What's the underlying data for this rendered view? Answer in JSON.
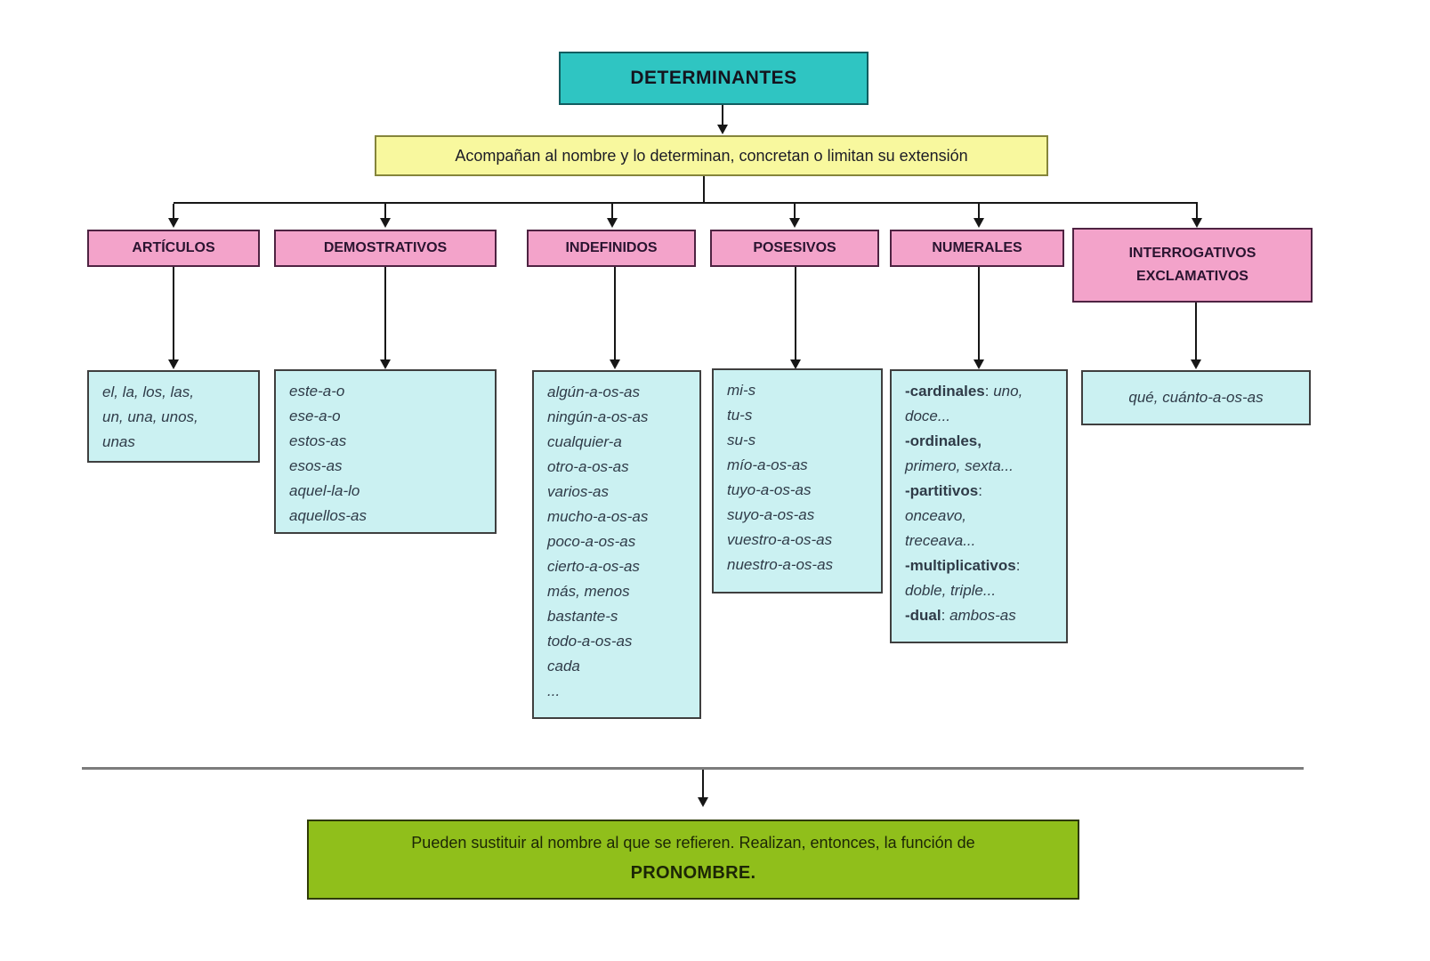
{
  "colors": {
    "root_fill": "#2FC5C2",
    "definition_fill": "#F8F89E",
    "category_fill": "#F3A3CA",
    "examples_fill": "#CBF1F2",
    "footer_fill": "#90BF1B"
  },
  "root": {
    "label": "DETERMINANTES"
  },
  "definition": {
    "text": "Acompañan al nombre y lo determinan, concretan o limitan su extensión"
  },
  "categories": [
    {
      "label": "ARTÍCULOS",
      "examples": [
        "el, la, los, las,",
        "un, una, unos,",
        "unas"
      ]
    },
    {
      "label": "DEMOSTRATIVOS",
      "examples": [
        "este-a-o",
        "ese-a-o",
        "estos-as",
        "esos-as",
        "aquel-la-lo",
        "aquellos-as"
      ]
    },
    {
      "label": "INDEFINIDOS",
      "examples": [
        "algún-a-os-as",
        "ningún-a-os-as",
        "cualquier-a",
        "otro-a-os-as",
        "varios-as",
        "mucho-a-os-as",
        "poco-a-os-as",
        "cierto-a-os-as",
        "más, menos",
        "bastante-s",
        "todo-a-os-as",
        "cada",
        "..."
      ]
    },
    {
      "label": "POSESIVOS",
      "examples": [
        "mi-s",
        "tu-s",
        "su-s",
        "mío-a-os-as",
        "tuyo-a-os-as",
        "suyo-a-os-as",
        "vuestro-a-os-as",
        "nuestro-a-os-as"
      ]
    },
    {
      "label": "NUMERALES",
      "rich_examples": [
        {
          "b": "-cardinales",
          "sep": ": ",
          "i": "uno,"
        },
        {
          "i": "doce..."
        },
        {
          "b": "-ordinales,"
        },
        {
          "i": "primero, sexta..."
        },
        {
          "b": "-partitivos",
          "sep": ":"
        },
        {
          "i": "onceavo,"
        },
        {
          "i": "treceava..."
        },
        {
          "b": "-multiplicativos",
          "sep": ":"
        },
        {
          "i": "doble, triple..."
        },
        {
          "b": "-dual",
          "sep": ": ",
          "i": "ambos-as"
        }
      ]
    },
    {
      "label": "INTERROGATIVOS EXCLAMATIVOS",
      "examples": [
        "qué, cuánto-a-os-as"
      ]
    }
  ],
  "footer": {
    "line1": "Pueden sustituir al nombre al que se refieren. Realizan, entonces, la función de",
    "line2": "PRONOMBRE."
  }
}
